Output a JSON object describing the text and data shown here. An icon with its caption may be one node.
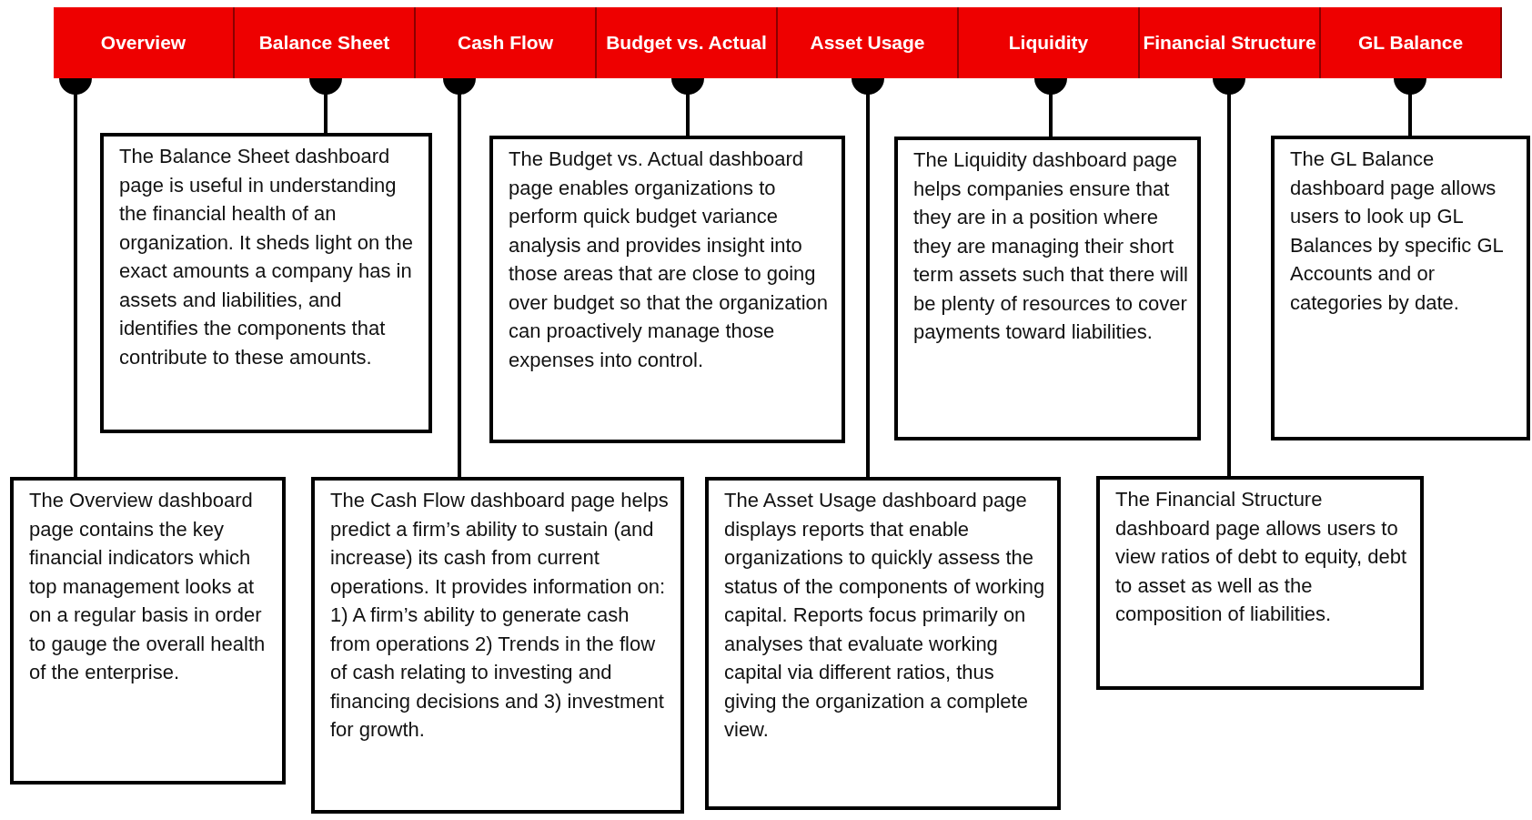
{
  "diagram": {
    "nodes": [
      {
        "text": [
          "Overview"
        ]
      },
      {
        "text": [
          "Balance Sheet"
        ]
      },
      {
        "text": [
          "Cash Flow"
        ]
      },
      {
        "text": [
          "Budget vs. Actual"
        ]
      },
      {
        "text": [
          "Asset Usage"
        ]
      },
      {
        "text": [
          "Liquidity"
        ]
      },
      {
        "text": [
          "Financial Structure"
        ]
      },
      {
        "text": [
          "GL Balance"
        ]
      },
      {
        "text": [
          "The Overview dashboard page contains the key financial indicators which top management looks at on a regular basis in order to gauge the overall health of the enterprise."
        ]
      },
      {
        "text": [
          "The Balance Sheet dashboard page is useful in understanding the financial health of an organization. It sheds light on the exact amounts a company has in assets and liabilities, and identifies the components that contribute to these amounts."
        ]
      },
      {
        "text": [
          "The Cash Flow dashboard page helps predict a firm’s ability to sustain (and increase) its cash from current operations. It provides information on: 1) A firm’s ability to generate cash from operations 2) Trends in the flow of cash relating to investing and financing decisions and 3) investment for growth."
        ]
      },
      {
        "text": [
          "The Budget vs. Actual dashboard page enables organizations to perform quick budget variance analysis and provides insight into those areas that are close to going over budget so that the organization can proactively manage those expenses into control."
        ]
      },
      {
        "text": [
          "The Asset Usage dashboard page displays reports that enable organizations to quickly assess the status of the components of working capital. Reports focus primarily on analyses that evaluate working capital via different ratios, thus giving the organization a complete view."
        ]
      },
      {
        "text": [
          "The Liquidity dashboard page helps companies ensure that they are in a position where they are managing their short term assets such that there will be plenty of resources to cover payments toward liabilities."
        ]
      },
      {
        "text": [
          "The Financial Structure dashboard page allows users to view ratios of debt to equity, debt to asset as well as the composition of liabilities."
        ]
      },
      {
        "text": [
          "The GL Balance dashboard page allows users to look up GL Balances by specific GL Accounts and or categories by date."
        ]
      }
    ],
    "edges": [
      {
        "from": 0,
        "to": 8,
        "arrow": "other"
      },
      {
        "from": 1,
        "to": 9,
        "arrow": "other"
      },
      {
        "from": 2,
        "to": 10,
        "arrow": "other"
      },
      {
        "from": 3,
        "to": 11,
        "arrow": "other"
      },
      {
        "from": 4,
        "to": 12,
        "arrow": "other"
      },
      {
        "from": 5,
        "to": 13,
        "arrow": "other"
      },
      {
        "from": 6,
        "to": 14,
        "arrow": "other"
      },
      {
        "from": 7,
        "to": 15,
        "arrow": "other"
      }
    ]
  }
}
